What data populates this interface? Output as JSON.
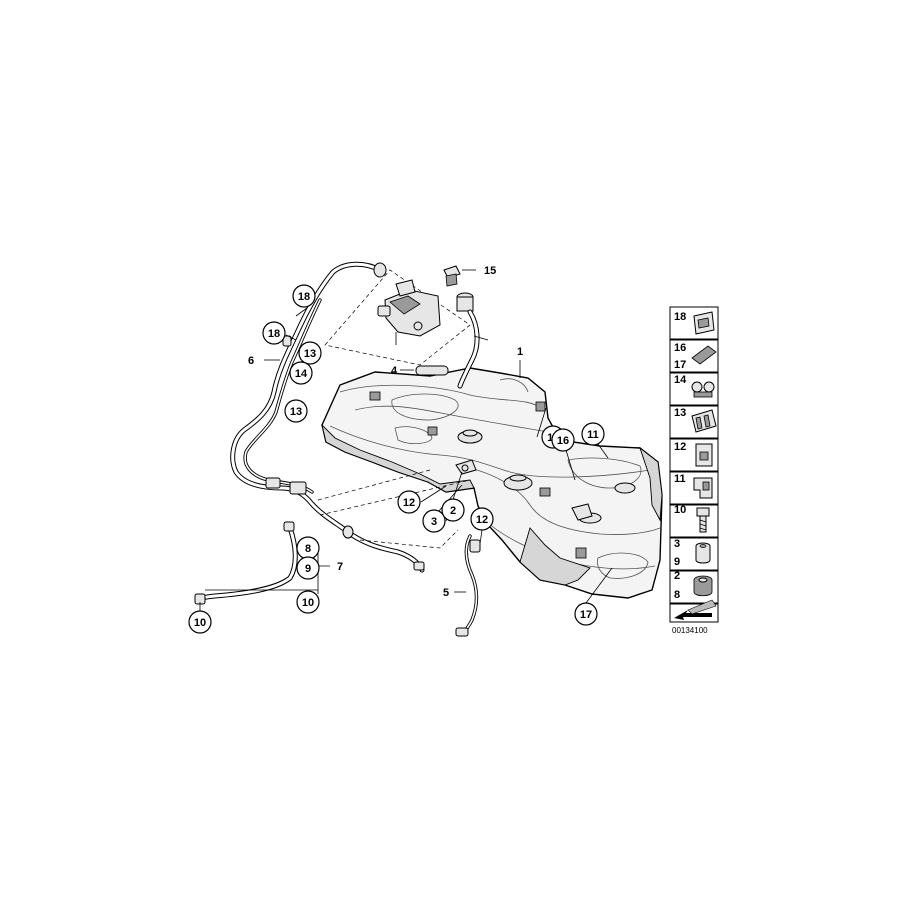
{
  "diagram": {
    "reference_number": "00134100",
    "callouts": {
      "c18a": "18",
      "c18b": "18",
      "c13a": "13",
      "c14": "14",
      "c13b": "13",
      "c11a": "11",
      "c16": "16",
      "c11b": "11",
      "c12a": "12",
      "c3": "3",
      "c2": "2",
      "c12b": "12",
      "c8": "8",
      "c9": "9",
      "c10a": "10",
      "c10b": "10",
      "c17": "17"
    },
    "plain_labels": {
      "p15": "15",
      "p1": "1",
      "p4": "4",
      "p6": "6",
      "p7": "7",
      "p5": "5"
    },
    "legend": [
      {
        "numbers": [
          "18"
        ],
        "icon": "hose-clip-icon"
      },
      {
        "numbers": [
          "16",
          "17"
        ],
        "icon": "foam-pad-icon"
      },
      {
        "numbers": [
          "14"
        ],
        "icon": "double-clip-icon"
      },
      {
        "numbers": [
          "13"
        ],
        "icon": "line-holder-icon"
      },
      {
        "numbers": [
          "12"
        ],
        "icon": "clamp-nut-icon"
      },
      {
        "numbers": [
          "11"
        ],
        "icon": "bracket-clip-icon"
      },
      {
        "numbers": [
          "10"
        ],
        "icon": "bolt-icon"
      },
      {
        "numbers": [
          "3",
          "9"
        ],
        "icon": "spacer-sleeve-icon"
      },
      {
        "numbers": [
          "2",
          "8"
        ],
        "icon": "rubber-grommet-icon"
      },
      {
        "numbers": [],
        "icon": "direction-arrow-icon"
      }
    ]
  }
}
